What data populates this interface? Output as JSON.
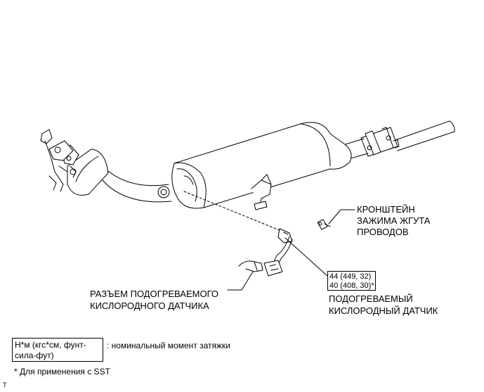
{
  "labels": {
    "bracket_line1": "КРОНШТЕЙН",
    "bracket_line2": "ЗАЖИМА ЖГУТА",
    "bracket_line3": "ПРОВОДОВ",
    "connector_line1": "РАЗЪЕМ ПОДОГРЕВАЕМОГО",
    "connector_line2": "КИСЛОРОДНОГО ДАТЧИКА",
    "sensor_line1": "ПОДОГРЕВАЕМЫЙ",
    "sensor_line2": "КИСЛОРОДНЫЙ ДАТЧИК"
  },
  "torque": {
    "line1": "44 (449, 32)",
    "line2": "40 (408, 30)*"
  },
  "legend": {
    "unit_line1": "Н*м (кгс*см, фунт-",
    "unit_line2": "сила-фут)",
    "description": ": номинальный момент затяжки"
  },
  "footnote": "* Для применения с SST",
  "corner_mark": "T"
}
